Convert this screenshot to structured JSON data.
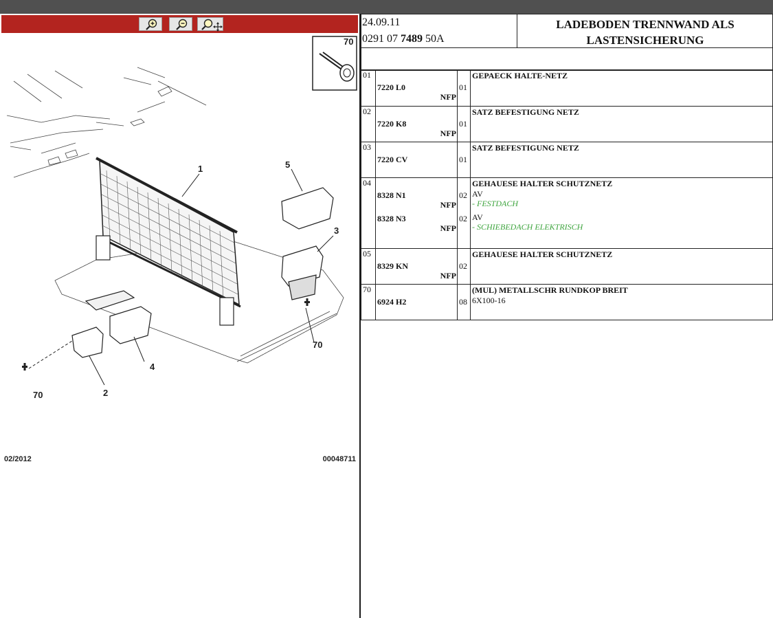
{
  "toolbar": {
    "zoom_in_icon": "zoom-in-icon",
    "zoom_out_icon": "zoom-out-icon",
    "zoom_fit_icon": "zoom-pan-icon"
  },
  "illustration": {
    "callouts": [
      "1",
      "2",
      "3",
      "4",
      "5",
      "70",
      "70",
      "70"
    ],
    "date": "02/2012",
    "diagram_number": "00048711"
  },
  "header": {
    "date": "24.09.11",
    "code_prefix": "0291 07 ",
    "code_bold": "7489",
    "code_suffix": " 50A",
    "title_line1": "LADEBODEN TRENNWAND ALS",
    "title_line2": "LASTENSICHERUNG"
  },
  "rows": [
    {
      "pos": "01",
      "ref": "7220 L0",
      "nfp": "NFP",
      "qty": "01",
      "desc": "GEPAECK HALTE-NETZ"
    },
    {
      "pos": "02",
      "ref": "7220 K8",
      "nfp": "NFP",
      "qty": "01",
      "desc": "SATZ BEFESTIGUNG NETZ"
    },
    {
      "pos": "03",
      "ref": "7220 CV",
      "nfp": "",
      "qty": "01",
      "desc": "SATZ BEFESTIGUNG NETZ"
    },
    {
      "pos": "04",
      "desc": "GEHAUESE HALTER SCHUTZNETZ",
      "variants": [
        {
          "ref": "8328 N1",
          "nfp": "NFP",
          "qty": "02",
          "sub": "AV",
          "note": "- FESTDACH"
        },
        {
          "ref": "8328 N3",
          "nfp": "NFP",
          "qty": "02",
          "sub": "AV",
          "note": "- SCHIEBEDACH ELEKTRISCH"
        }
      ]
    },
    {
      "pos": "05",
      "ref": "8329 KN",
      "nfp": "NFP",
      "qty": "02",
      "desc": "GEHAUESE HALTER SCHUTZNETZ"
    },
    {
      "pos": "70",
      "ref": "6924 H2",
      "nfp": "",
      "qty": "08",
      "desc": "(MUL) METALLSCHR RUNDKOP BREIT",
      "sub": "6X100-16"
    }
  ],
  "colors": {
    "zoombar": "#b3241f",
    "topbar": "#505050",
    "note_green": "#3fa53f"
  }
}
